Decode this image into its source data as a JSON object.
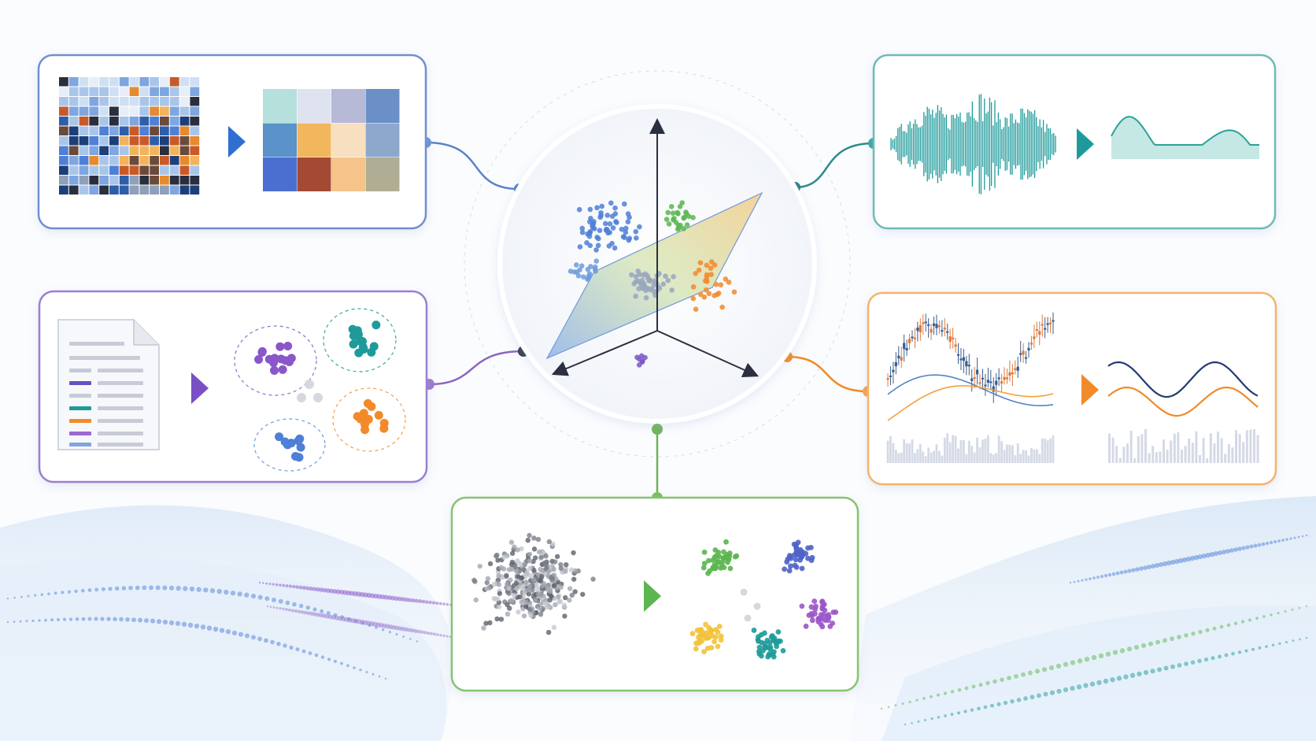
{
  "panels": [
    {
      "id": "image",
      "color": "#5b83c9"
    },
    {
      "id": "audio",
      "color": "#3aa6a2"
    },
    {
      "id": "text",
      "color": "#8a66c2"
    },
    {
      "id": "timeseries",
      "color": "#f0a246"
    },
    {
      "id": "tabular",
      "color": "#7cbf62"
    }
  ],
  "palette": {
    "blue": "#4f7fd6",
    "teal": "#1f9a9a",
    "purple": "#8a56c9",
    "orange": "#f28a2a",
    "green": "#5bb550",
    "yellow": "#f2c23a",
    "gray": "#8c8f98",
    "navy": "#243a73",
    "axis": "#2b3040"
  },
  "icons": [
    "document-icon",
    "arrow-right-icon",
    "3d-axes-icon",
    "cluster-icon",
    "waveform-icon",
    "candlestick-icon"
  ]
}
